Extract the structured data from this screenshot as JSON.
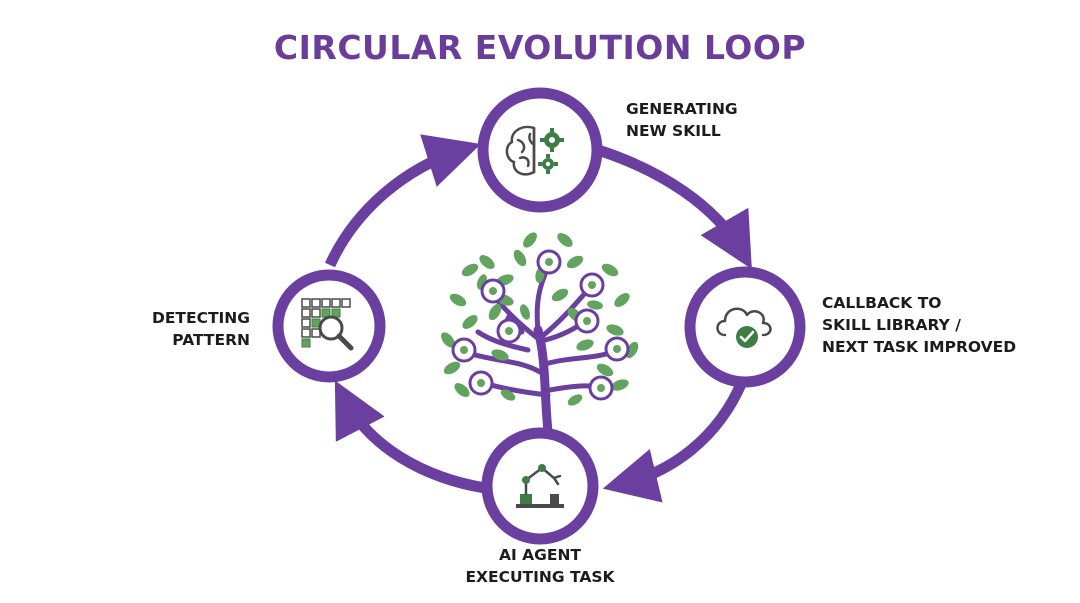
{
  "title": "CIRCULAR EVOLUTION LOOP",
  "colors": {
    "primary_purple": "#6b3fa0",
    "title_purple": "#6a3d9a",
    "leaf_green": "#62a35f",
    "dark_green": "#3e7d45",
    "icon_gray": "#4a4a4a",
    "label_text": "#1c1c1c"
  },
  "stages": [
    {
      "id": "generating",
      "icon": "brain-gears-icon",
      "lines": [
        "GENERATING",
        "NEW SKILL"
      ]
    },
    {
      "id": "callback",
      "icon": "cloud-check-icon",
      "lines": [
        "CALLBACK TO",
        "SKILL LIBRARY /",
        "NEXT TASK IMPROVED"
      ]
    },
    {
      "id": "executing",
      "icon": "robot-arm-icon",
      "lines": [
        "AI AGENT",
        "EXECUTING TASK"
      ]
    },
    {
      "id": "detecting",
      "icon": "grid-magnifier-icon",
      "lines": [
        "DETECTING",
        "PATTERN"
      ]
    }
  ],
  "center": {
    "icon": "skill-tree-icon"
  }
}
